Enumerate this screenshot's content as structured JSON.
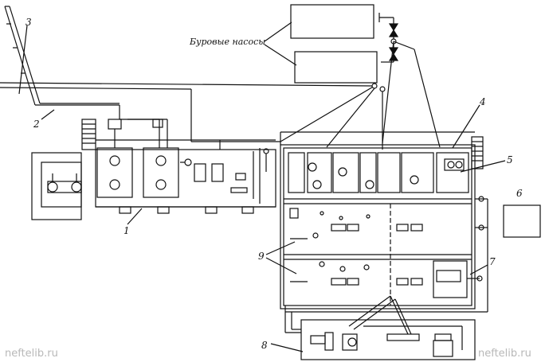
{
  "labels": {
    "pumps": "Буровые насосы",
    "n1": "1",
    "n2": "2",
    "n3": "3",
    "n4": "4",
    "n5": "5",
    "n6": "6",
    "n7": "7",
    "n8": "8",
    "n9": "9"
  },
  "watermark": {
    "left": "neftelib.ru",
    "right": "neftelib.ru"
  },
  "colors": {
    "line": "#111111",
    "watermark": "#b8b8b8"
  }
}
